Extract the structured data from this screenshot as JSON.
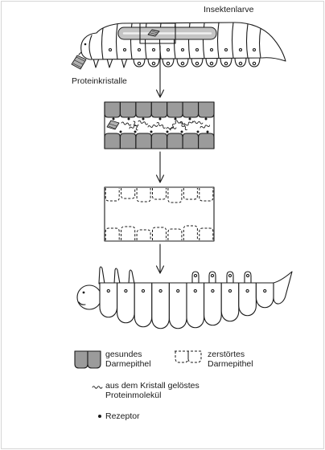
{
  "labels": {
    "larva": "Insektenlarve",
    "crystals": "Proteinkristalle"
  },
  "legend": {
    "healthy": {
      "line1": "gesundes",
      "line2": "Darmepithel"
    },
    "destroyed": {
      "line1": "zerstörtes",
      "line2": "Darmepithel"
    },
    "protein": {
      "line1": "aus dem Kristall gelöstes",
      "line2": "Proteinmolekül"
    },
    "receptor": {
      "label": "Rezeptor"
    }
  },
  "colors": {
    "ink": "#1a1a1a",
    "cell_fill": "#9b9b9b",
    "gut_fill": "#c4c4c4",
    "crystal_fill": "#b0b0b0",
    "background": "#ffffff",
    "frame": "#d6d6d6"
  }
}
